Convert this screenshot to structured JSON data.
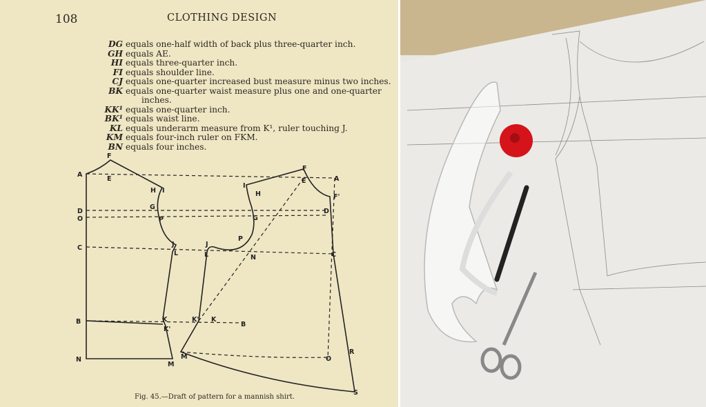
{
  "book_page": {
    "page_number": "108",
    "running_title": "CLOTHING DESIGN",
    "definitions": [
      {
        "key": "DG",
        "text": "equals one-half width of back plus three-quarter inch."
      },
      {
        "key": "GH",
        "text": "equals AE."
      },
      {
        "key": "HI",
        "text": "equals three-quarter inch."
      },
      {
        "key": "FI",
        "text": "equals shoulder line."
      },
      {
        "key": "CJ",
        "text": "equals one-quarter increased bust measure minus two inches."
      },
      {
        "key": "BK",
        "text": "equals one-quarter waist measure plus one and one-quarter",
        "continuation": "inches."
      },
      {
        "key": "KK¹",
        "text": "equals one-quarter inch."
      },
      {
        "key": "BK¹",
        "text": "equals waist line."
      },
      {
        "key": "KL",
        "text": "equals underarm measure from K¹, ruler touching J."
      },
      {
        "key": "KM",
        "text": "equals four-inch ruler on FKM."
      },
      {
        "key": "BN",
        "text": "equals four inches."
      }
    ],
    "caption": "Fig. 45.—Draft of pattern for a mannish shirt.",
    "diagram_labels": {
      "back": [
        "A",
        "F",
        "E",
        "H",
        "I",
        "G",
        "D",
        "O",
        "P",
        "C",
        "J",
        "L",
        "B",
        "K",
        "K'",
        "N",
        "M"
      ],
      "front": [
        "F",
        "E",
        "A",
        "I",
        "H",
        "F'",
        "D",
        "G",
        "P",
        "J",
        "L",
        "N",
        "C",
        "K'",
        "K",
        "B",
        "M",
        "O",
        "R",
        "S"
      ]
    }
  }
}
